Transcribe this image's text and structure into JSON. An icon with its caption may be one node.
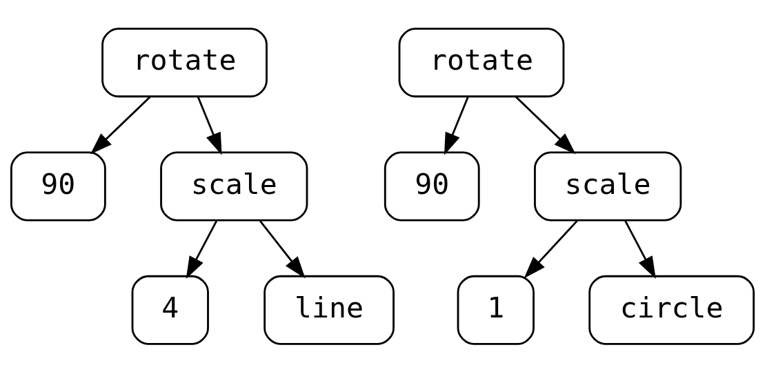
{
  "diagram": {
    "nodes": [
      {
        "text": [
          "rotate"
        ]
      },
      {
        "text": [
          "90"
        ]
      },
      {
        "text": [
          "scale"
        ]
      },
      {
        "text": [
          "4"
        ]
      },
      {
        "text": [
          "line"
        ]
      },
      {
        "text": [
          "rotate"
        ]
      },
      {
        "text": [
          "90"
        ]
      },
      {
        "text": [
          "scale"
        ]
      },
      {
        "text": [
          "1"
        ]
      },
      {
        "text": [
          "circle"
        ]
      }
    ],
    "edges": [
      {
        "from": 0,
        "to": 1,
        "arrow": "to"
      },
      {
        "from": 0,
        "to": 2,
        "arrow": "to"
      },
      {
        "from": 2,
        "to": 3,
        "arrow": "to"
      },
      {
        "from": 2,
        "to": 4,
        "arrow": "to"
      },
      {
        "from": 5,
        "to": 6,
        "arrow": "to"
      },
      {
        "from": 5,
        "to": 7,
        "arrow": "to"
      },
      {
        "from": 7,
        "to": 8,
        "arrow": "to"
      },
      {
        "from": 7,
        "to": 9,
        "arrow": "to"
      }
    ]
  }
}
